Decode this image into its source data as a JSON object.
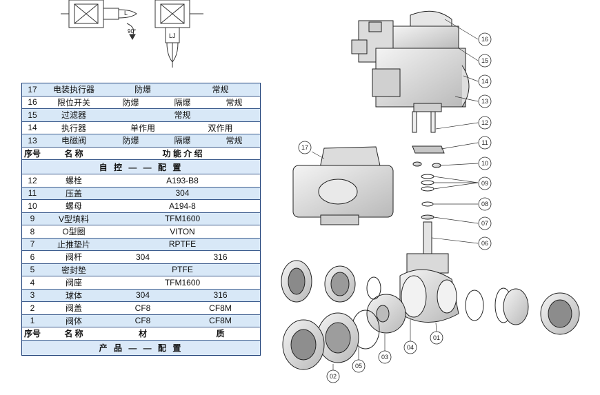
{
  "upper_table": {
    "rows": [
      {
        "no": "17",
        "name": "电装执行器",
        "cols": [
          "防爆",
          "常规"
        ]
      },
      {
        "no": "16",
        "name": "限位开关",
        "cols": [
          "防爆",
          "隔爆",
          "常规"
        ]
      },
      {
        "no": "15",
        "name": "过滤器",
        "cols": [
          "常规"
        ]
      },
      {
        "no": "14",
        "name": "执行器",
        "cols": [
          "单作用",
          "双作用"
        ]
      },
      {
        "no": "13",
        "name": "电磁阀",
        "cols": [
          "防爆",
          "隔爆",
          "常规"
        ]
      }
    ],
    "header": {
      "no": "序号",
      "name": "名 称",
      "value": "功 能 介 绍"
    },
    "section_title": "自 控 — — 配 置"
  },
  "lower_table": {
    "rows": [
      {
        "no": "12",
        "name": "螺栓",
        "cols": [
          "A193-B8"
        ]
      },
      {
        "no": "11",
        "name": "压盖",
        "cols": [
          "304"
        ]
      },
      {
        "no": "10",
        "name": "螺母",
        "cols": [
          "A194-8"
        ]
      },
      {
        "no": "9",
        "name": "V型填料",
        "cols": [
          "TFM1600"
        ]
      },
      {
        "no": "8",
        "name": "O型圈",
        "cols": [
          "VITON"
        ]
      },
      {
        "no": "7",
        "name": "止推垫片",
        "cols": [
          "RPTFE"
        ]
      },
      {
        "no": "6",
        "name": "阀杆",
        "cols": [
          "304",
          "316"
        ]
      },
      {
        "no": "5",
        "name": "密封垫",
        "cols": [
          "PTFE"
        ]
      },
      {
        "no": "4",
        "name": "阀座",
        "cols": [
          "TFM1600"
        ]
      },
      {
        "no": "3",
        "name": "球体",
        "cols": [
          "304",
          "316"
        ]
      },
      {
        "no": "2",
        "name": "阀盖",
        "cols": [
          "CF8",
          "CF8M"
        ]
      },
      {
        "no": "1",
        "name": "阀体",
        "cols": [
          "CF8",
          "CF8M"
        ]
      }
    ],
    "header": {
      "no": "序号",
      "name": "名 称",
      "value1": "材",
      "value2": "质"
    },
    "section_title": "产 品 — — 配 置"
  },
  "schematic": {
    "angle_label": "90°",
    "port_label_a": "L",
    "port_label_b": "LJ"
  },
  "callouts": [
    "16",
    "15",
    "14",
    "13",
    "12",
    "11",
    "10",
    "09",
    "08",
    "07",
    "06",
    "17",
    "01",
    "02",
    "03",
    "04",
    "05"
  ]
}
